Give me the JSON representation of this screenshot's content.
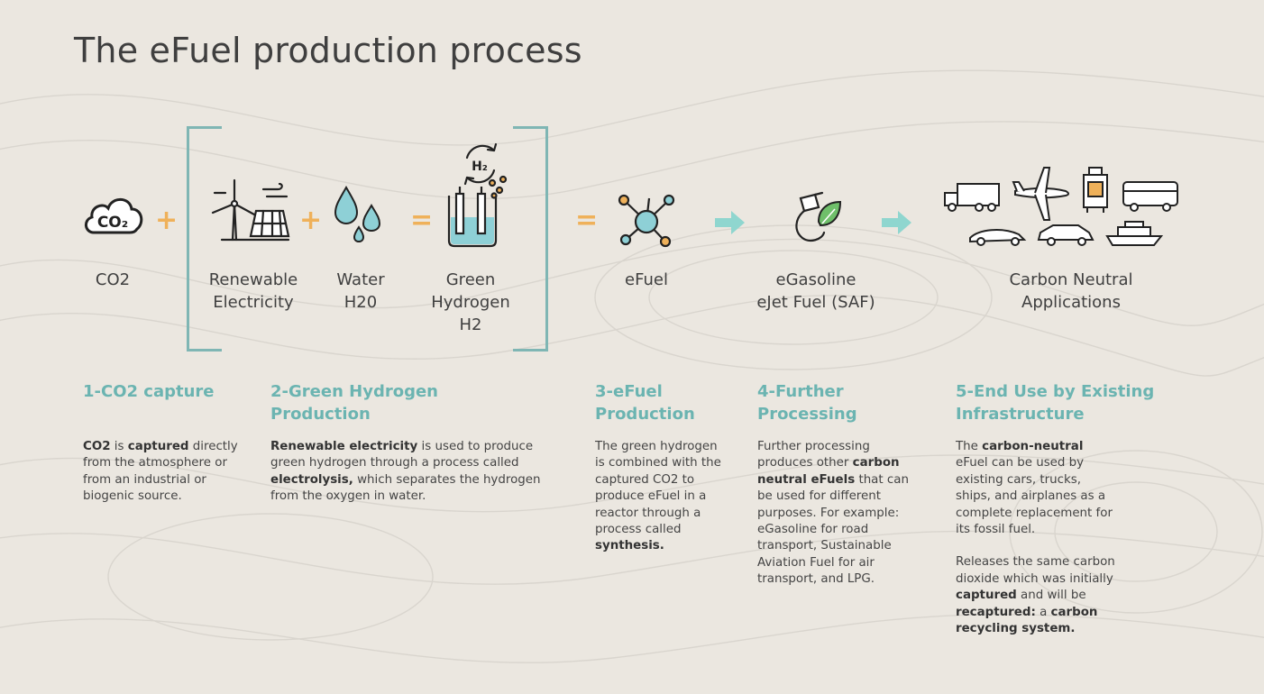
{
  "title": "The eFuel production process",
  "colors": {
    "accent": "#6bb4b1",
    "operator": "#efb15a",
    "bracket": "#7fb6b4",
    "arrow": "#8fd6cf",
    "background": "#ebe7e0"
  },
  "operators": {
    "plus": "+",
    "equals": "="
  },
  "labels": {
    "co2": "CO2",
    "renewable": "Renewable\nElectricity",
    "water": "Water\nH20",
    "hydrogen": "Green\nHydrogen\nH2",
    "efuel": "eFuel",
    "egasoline": "eGasoline\neJet Fuel (SAF)",
    "carbon_neutral": "Carbon Neutral\nApplications"
  },
  "icons": {
    "co2_text": "CO₂",
    "h2_text": "H₂",
    "co2": "co2-cloud-icon",
    "renewable": "wind-turbine-solar-icon",
    "water": "water-drops-icon",
    "hydrogen": "electrolysis-tank-icon",
    "efuel": "molecule-icon",
    "egasoline": "fuel-nozzle-leaf-icon",
    "applications": "vehicles-icon"
  },
  "steps": [
    {
      "heading": "1-CO2 capture"
    },
    {
      "heading": "2-Green Hydrogen\nProduction"
    },
    {
      "heading": "3-eFuel\nProduction"
    },
    {
      "heading": "4-Further\nProcessing"
    },
    {
      "heading": "5-End Use by Existing\nInfrastructure"
    }
  ],
  "step_text": {
    "s1": {
      "a": "CO2",
      "b": " is ",
      "c": "captured",
      "d": " directly from the atmosphere or from an industrial or biogenic source."
    },
    "s2": {
      "a": "Renewable electricity",
      "b": " is used to produce green hydrogen through a process called ",
      "c": "electrolysis,",
      "d": " which separates the hydrogen from the oxygen in water."
    },
    "s3": {
      "a": "The green hydrogen is combined with the captured CO2 to produce eFuel in a reactor through a process called ",
      "b": "synthesis."
    },
    "s4": {
      "a": "Further processing produces other ",
      "b": "carbon neutral eFuels",
      "c": " that can be used for different purposes.  For example: eGasoline for road transport, Sustainable Aviation Fuel for air transport, and LPG."
    },
    "s5": {
      "a": "The ",
      "b": "carbon-neutral",
      "c": " eFuel can be used by existing cars, trucks, ships, and airplanes as a complete replacement for its fossil fuel.",
      "d": "Releases the same carbon dioxide which was initially ",
      "e": "captured",
      "f": " and will be ",
      "g": "recaptured:",
      "h": " a ",
      "i": "carbon recycling system."
    }
  }
}
